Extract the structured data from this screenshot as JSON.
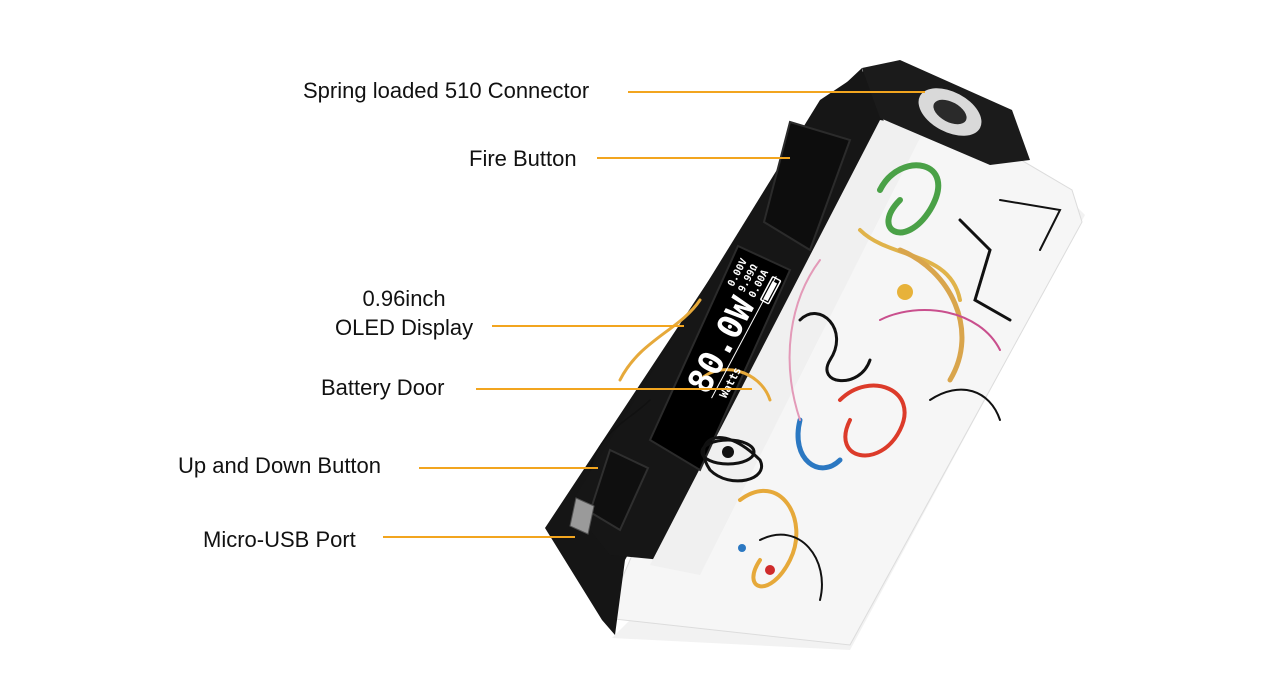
{
  "colors": {
    "leader_line": "#f2a51f",
    "label_text": "#111111",
    "device_trim": "#111111",
    "device_body": "#f4f4f4",
    "screen_bg": "#000000"
  },
  "callouts": [
    {
      "id": "connector",
      "lines": [
        "Spring loaded 510 Connector"
      ]
    },
    {
      "id": "fire",
      "lines": [
        "Fire Button"
      ]
    },
    {
      "id": "oled",
      "lines": [
        "0.96inch",
        "OLED Display"
      ]
    },
    {
      "id": "battery",
      "lines": [
        "Battery Door"
      ]
    },
    {
      "id": "updown",
      "lines": [
        "Up and Down Button"
      ]
    },
    {
      "id": "usb",
      "lines": [
        "Micro-USB Port"
      ]
    }
  ],
  "screen": {
    "power": "80.0W",
    "unit": "Watts",
    "voltage": "0.00V",
    "resistance": "9.99Ω",
    "current": "0.00A"
  }
}
